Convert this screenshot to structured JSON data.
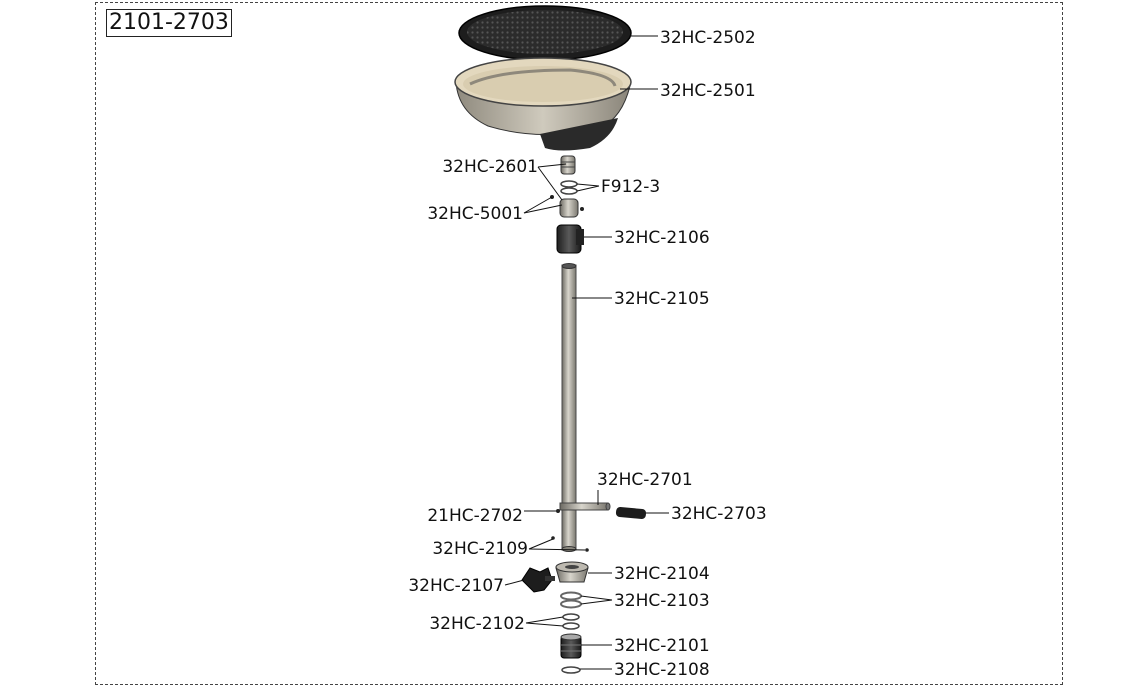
{
  "diagram": {
    "title": "2101-2703",
    "labels": {
      "p2502": "32HC-2502",
      "p2501": "32HC-2501",
      "p2601": "32HC-2601",
      "f912": "F912-3",
      "p5001": "32HC-5001",
      "p2106": "32HC-2106",
      "p2105": "32HC-2105",
      "p2701": "32HC-2701",
      "p2702": "21HC-2702",
      "p2703": "32HC-2703",
      "p2109": "32HC-2109",
      "p2104": "32HC-2104",
      "p2107": "32HC-2107",
      "p2103": "32HC-2103",
      "p2102": "32HC-2102",
      "p2101": "32HC-2101",
      "p2108": "32HC-2108"
    }
  }
}
